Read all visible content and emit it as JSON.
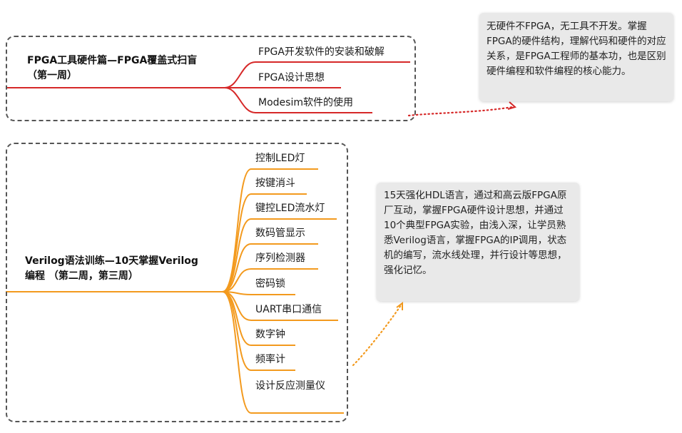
{
  "groups": [
    {
      "title": "FPGA工具硬件篇—FPGA覆盖式扫盲（第一周）",
      "items": [
        "FPGA开发软件的安装和破解",
        "FPGA设计思想",
        "Modesim软件的使用"
      ],
      "note": "无硬件不FPGA，无工具不开发。掌握FPGA的硬件结构，理解代码和硬件的对应关系，是FPGA工程师的基本功，也是区别硬件编程和软件编程的核心能力。"
    },
    {
      "title": "Verilog语法训练—10天掌握Verilog 编程 （第二周，第三周）",
      "items": [
        "控制LED灯",
        "按键消斗",
        "键控LED流水灯",
        "数码管显示",
        "序列检测器",
        "密码锁",
        "UART串口通信",
        "数字钟",
        "频率计",
        "设计反应测量仪"
      ],
      "note": "15天强化HDL语言，通过和高云版FPGA原厂互动，掌握FPGA硬件设计思想，并通过10个典型FPGA实验，由浅入深，让学员熟悉Verilog语言，掌握FPGA的IP调用，状态机的编写，流水线处理，并行设计等思想，强化记忆。"
    }
  ],
  "colors": {
    "group1_branch": "#d62828",
    "group2_branch": "#f39a1e",
    "note_arrow": "#d62828",
    "note2_arrow": "#f39a1e",
    "border": "#555555",
    "note_bg": "#e9e9e9"
  }
}
